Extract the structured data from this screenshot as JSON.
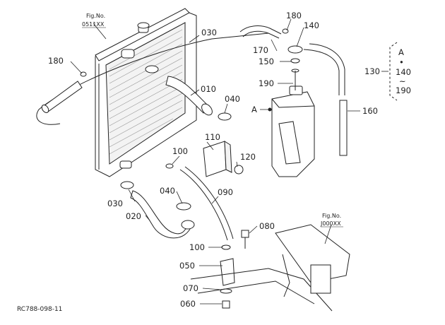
{
  "diagram_id": "RC788-098-11",
  "fig_refs": [
    {
      "line1": "Fig.No.",
      "line2": "0511XX"
    },
    {
      "line1": "Fig.No.",
      "line2": "J000XX"
    }
  ],
  "part_labels": {
    "p180a": "180",
    "p180b": "180",
    "p140": "140",
    "p030a": "030",
    "p030b": "030",
    "p170": "170",
    "p150": "150",
    "p190": "190",
    "p010": "010",
    "p040a": "040",
    "p040b": "040",
    "pA": "A",
    "p160": "160",
    "p110": "110",
    "p100a": "100",
    "p100b": "100",
    "p120": "120",
    "p090": "090",
    "p020": "020",
    "p080": "080",
    "p050": "050",
    "p070": "070",
    "p060": "060"
  },
  "group_bracket": {
    "number": "130",
    "top": "A",
    "dot": "•",
    "mid": "140",
    "tilde": "~",
    "bottom": "190"
  }
}
